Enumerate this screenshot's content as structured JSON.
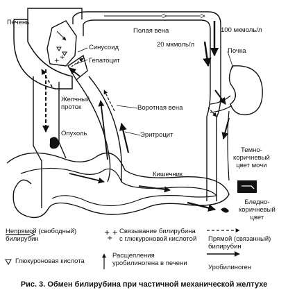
{
  "labels": {
    "liver": "Печень",
    "vena_cava": "Полая вена",
    "conc_100": "100 мкмоль/л",
    "conc_20": "20 мкмоль/л",
    "sinusoid": "Синусоид",
    "hepatocyte": "Гепатоцит",
    "kidney": "Почка",
    "bile_duct": "Желчный\nпроток",
    "portal_vein": "Воротная вена",
    "tumor": "Опухоль",
    "erythrocyte": "Эритроцит",
    "intestine": "Кишечник",
    "dark_urine": "Темно-\nкоричневый\nцвет мочи",
    "pale_stool": "Бледно-\nкоричневый\nцвет"
  },
  "legend": {
    "indirect": "Непрямой (свободный)\nбилирубин",
    "conjugation": "Связывание билирубина\nс глюкуроновой кислотой",
    "direct": "Прямой (связанный)\nбилирубин",
    "glucuronic": "Глюкуроновая кислота",
    "urobilinogen_breakdown": "Расщепления\nуробилиногена в печени",
    "urobilinogen": "Уробилиноген"
  },
  "caption": "Рис. 3. Обмен билирубина при частичной механической желтухе"
}
